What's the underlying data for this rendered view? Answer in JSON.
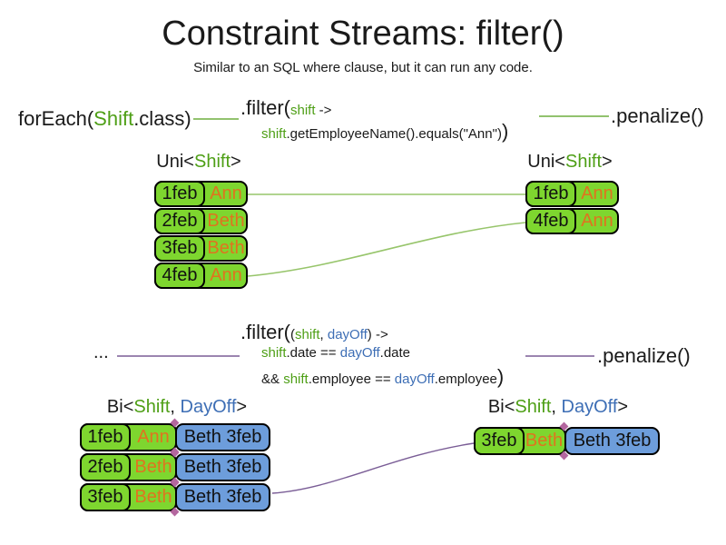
{
  "colors": {
    "text_black": "#1a1a1a",
    "green_text": "#4e9f16",
    "blue_text": "#3d6eb5",
    "orange_text": "#e0731f",
    "box_green": "#7ed62f",
    "box_blue": "#6d9ddb",
    "line_green": "#97c56b",
    "line_green_dark": "#6fae3e",
    "line_purple": "#7a5d96",
    "diamond_pink": "#b4679f"
  },
  "header": {
    "title": "Constraint Streams: filter()",
    "subtitle": "Similar to an SQL where clause, but it can run any code."
  },
  "flow1": {
    "foreach_pre": "forEach(",
    "foreach_type": "Shift",
    "foreach_post": ".class)",
    "filter_method": ".filter(",
    "filter_param": "shift",
    "filter_arrow": " ->",
    "body_var": "shift",
    "body_expr": ".getEmployeeName().equals(\"Ann\")",
    "close_paren": ")",
    "penalize": ".penalize()"
  },
  "stream1_left": {
    "label_pre": "Uni<",
    "label_type": "Shift",
    "label_post": ">",
    "rows": [
      {
        "date": "1feb",
        "employee": "Ann"
      },
      {
        "date": "2feb",
        "employee": "Beth"
      },
      {
        "date": "3feb",
        "employee": "Beth"
      },
      {
        "date": "4feb",
        "employee": "Ann"
      }
    ]
  },
  "stream1_right": {
    "label_pre": "Uni<",
    "label_type": "Shift",
    "label_post": ">",
    "rows": [
      {
        "date": "1feb",
        "employee": "Ann"
      },
      {
        "date": "4feb",
        "employee": "Ann"
      }
    ]
  },
  "flow2": {
    "source": "...",
    "filter_method": ".filter(",
    "p_open": "(",
    "param1": "shift",
    "p_comma": ", ",
    "param2": "dayOff",
    "p_close": ")",
    "arrow": " ->",
    "l2_var1": "shift",
    "l2_mid": ".date == ",
    "l2_var2": "dayOff",
    "l2_end": ".date",
    "l3_and": "&& ",
    "l3_var1": "shift",
    "l3_mid": ".employee == ",
    "l3_var2": "dayOff",
    "l3_end": ".employee",
    "close_paren": ")",
    "penalize": ".penalize()"
  },
  "stream2_left": {
    "label_pre": "Bi<",
    "label_t1": "Shift",
    "label_comma": ", ",
    "label_t2": "DayOff",
    "label_post": ">",
    "rows": [
      {
        "date": "1feb",
        "employee": "Ann",
        "dayoff": "Beth 3feb"
      },
      {
        "date": "2feb",
        "employee": "Beth",
        "dayoff": "Beth 3feb"
      },
      {
        "date": "3feb",
        "employee": "Beth",
        "dayoff": "Beth 3feb"
      }
    ]
  },
  "stream2_right": {
    "label_pre": "Bi<",
    "label_t1": "Shift",
    "label_comma": ", ",
    "label_t2": "DayOff",
    "label_post": ">",
    "rows": [
      {
        "date": "3feb",
        "employee": "Beth",
        "dayoff": "Beth 3feb"
      }
    ]
  }
}
